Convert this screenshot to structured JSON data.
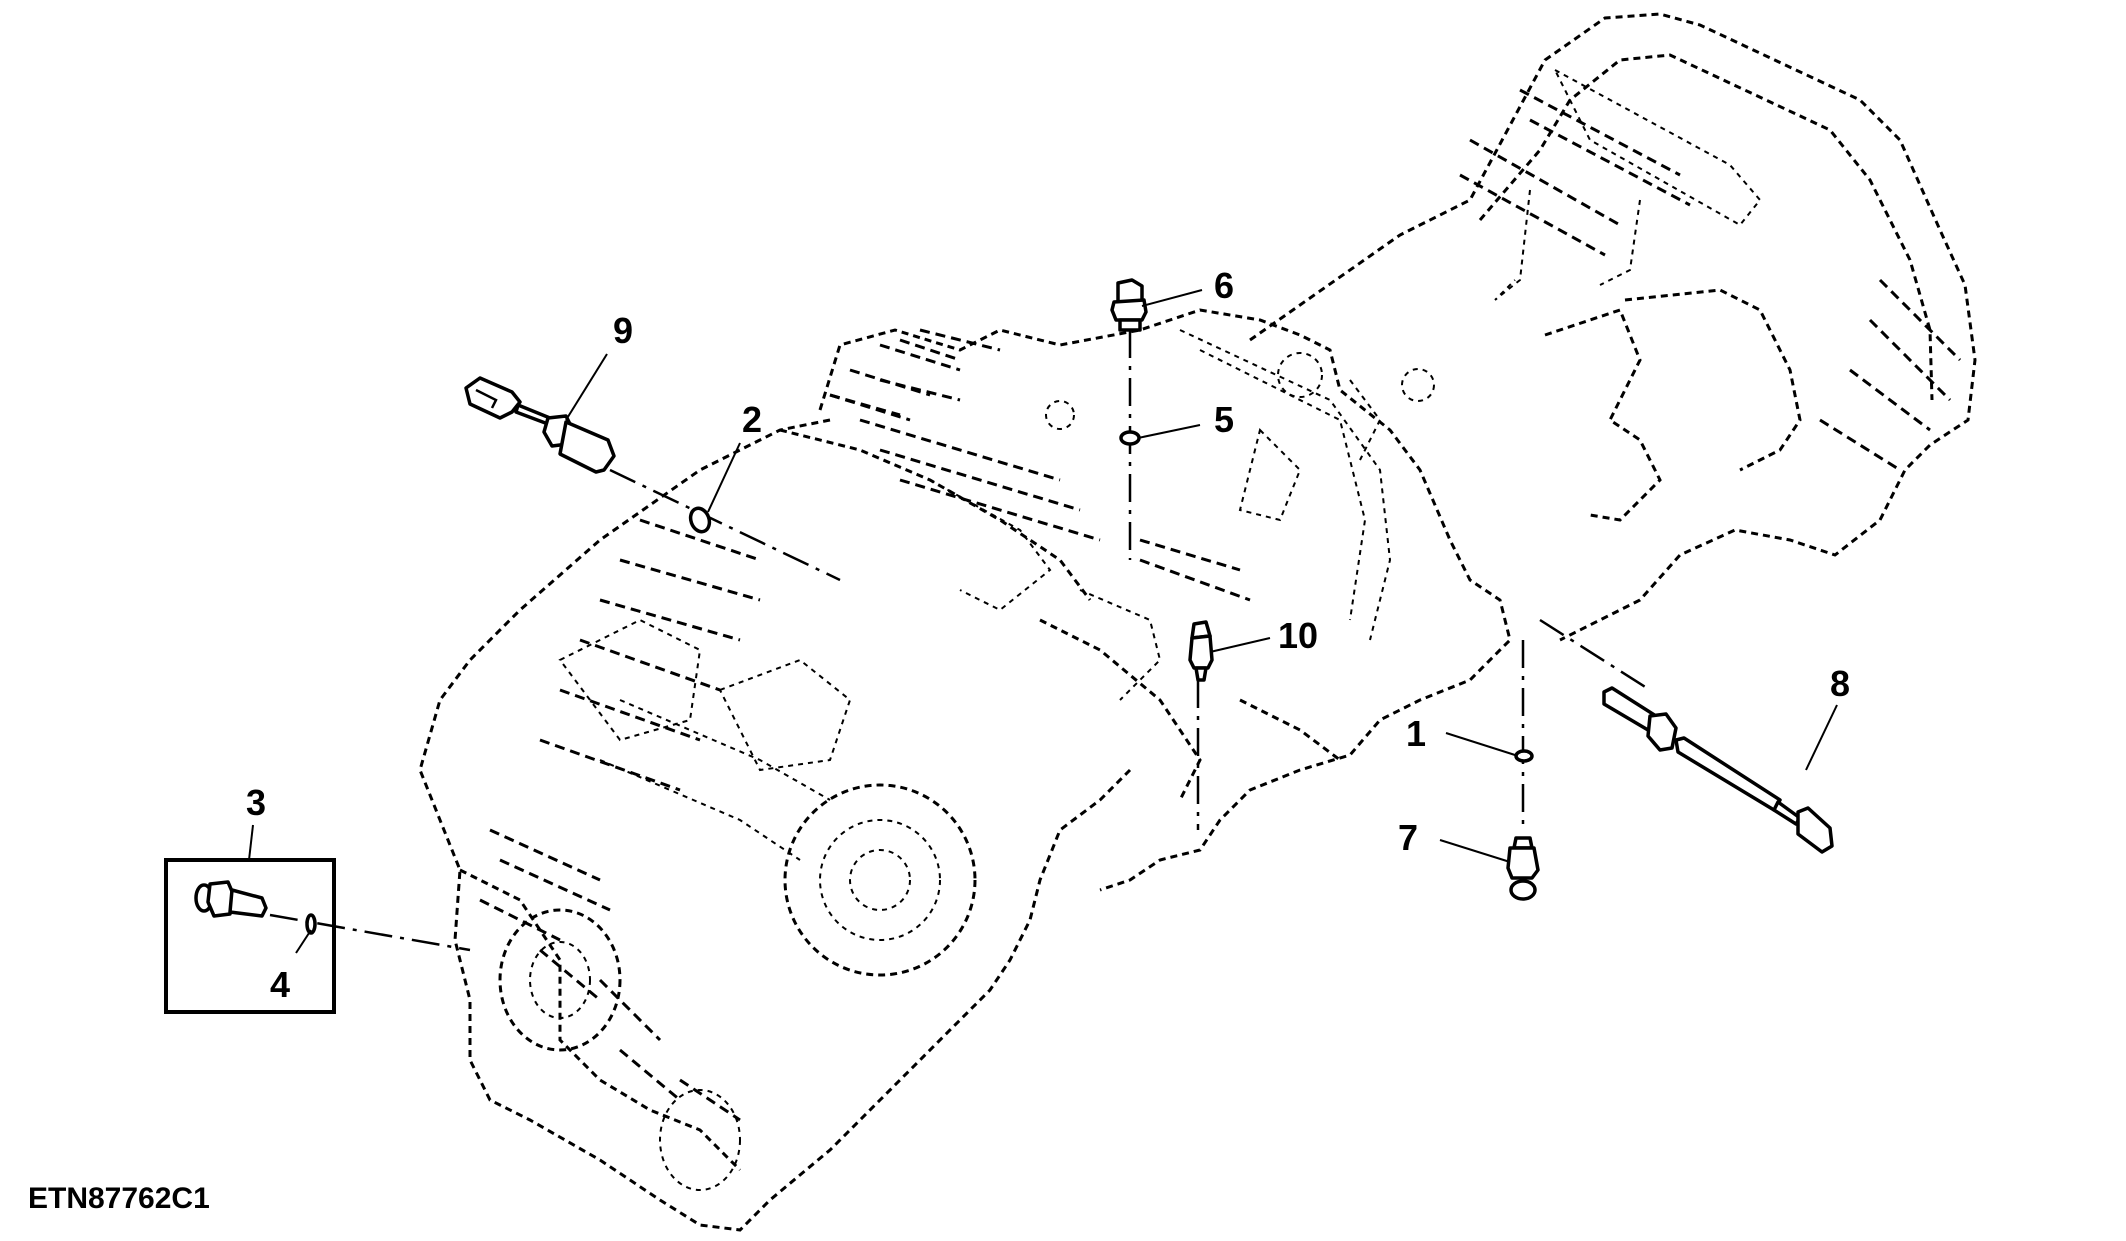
{
  "figure": {
    "id": "ETN87762C1",
    "subject": "transmission housing sensors exploded view"
  },
  "callouts": [
    {
      "number": "1",
      "part": "o-ring"
    },
    {
      "number": "2",
      "part": "o-ring"
    },
    {
      "number": "3",
      "part": "switch"
    },
    {
      "number": "4",
      "part": "o-ring"
    },
    {
      "number": "5",
      "part": "o-ring"
    },
    {
      "number": "6",
      "part": "switch"
    },
    {
      "number": "7",
      "part": "switch"
    },
    {
      "number": "8",
      "part": "temperature sensor"
    },
    {
      "number": "9",
      "part": "temperature sensor"
    },
    {
      "number": "10",
      "part": "switch"
    }
  ],
  "colors": {
    "line": "#000000",
    "background": "#ffffff"
  }
}
